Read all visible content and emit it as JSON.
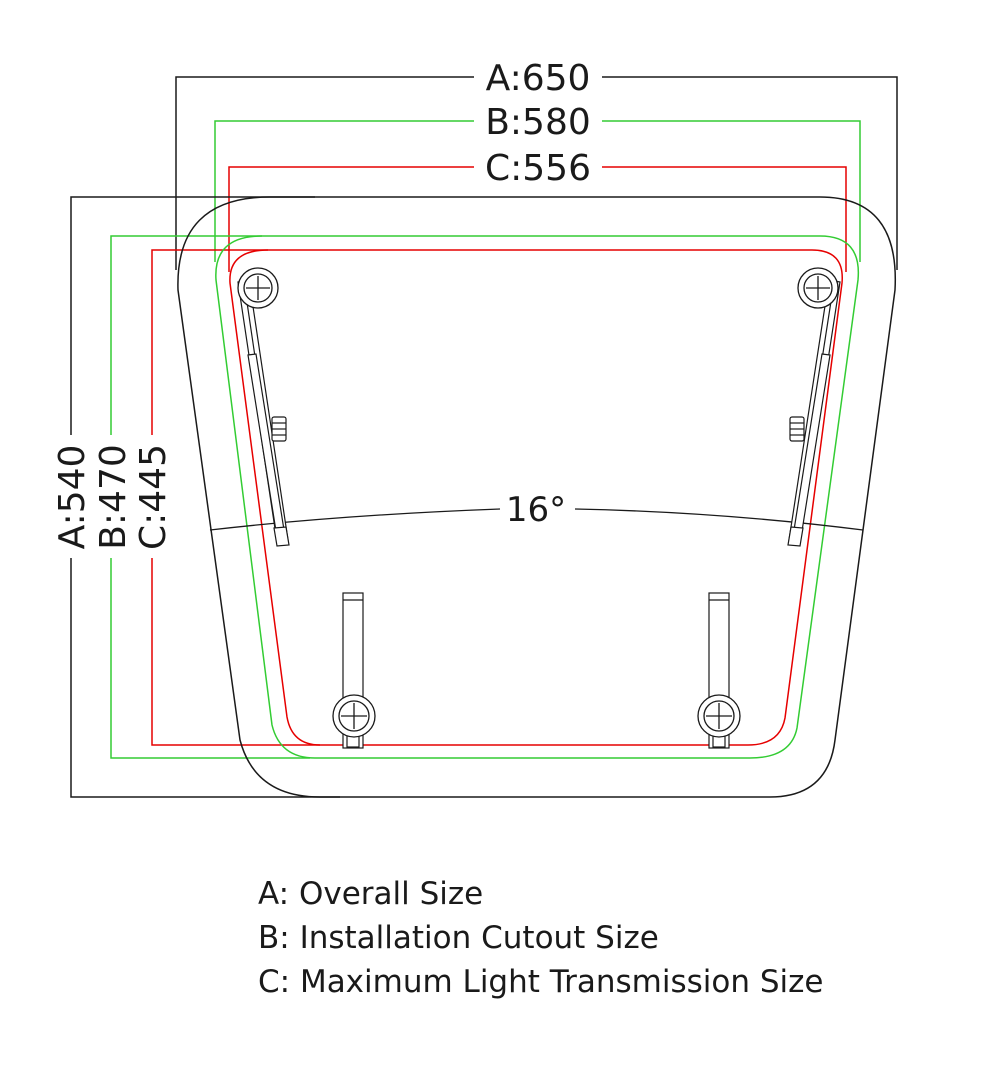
{
  "dimensions": {
    "width": {
      "a": "A:650",
      "b": "B:580",
      "c": "C:556"
    },
    "height": {
      "a": "A:540",
      "b": "B:470",
      "c": "C:445"
    },
    "angle": "16°"
  },
  "legend": [
    "A: Overall Size",
    "B: Installation Cutout Size",
    "C: Maximum Light Transmission Size"
  ],
  "colors": {
    "outline": "#1a1a1a",
    "cutout": "#00cc00",
    "light": "#e60000"
  }
}
